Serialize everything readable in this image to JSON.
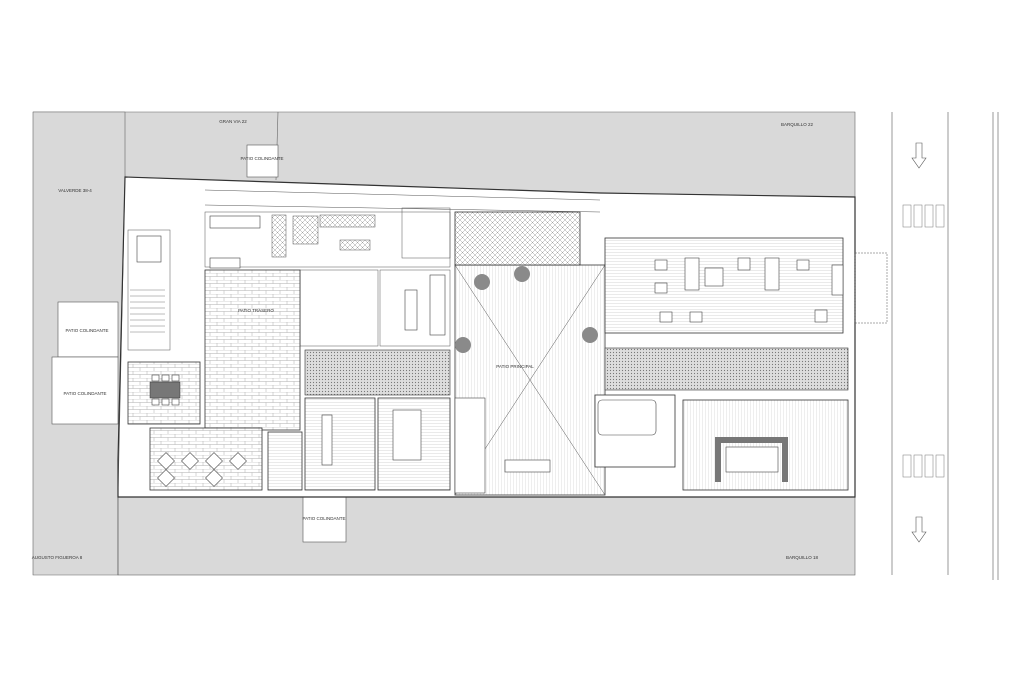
{
  "plan": {
    "streets": {
      "top_left": "GRAN VIA 22",
      "top_right": "BARQUILLO 22",
      "left": "VALVERDE 38-4",
      "bottom_left": "AUGUSTO FIGUEROA 8",
      "bottom_right": "BARQUILLO 18"
    },
    "adjacent_patios": [
      "PATIO COLINDANTE",
      "PATIO COLINDANTE",
      "PATIO COLINDANTE",
      "PATIO COLINDANTE"
    ],
    "rooms": {
      "rear_patio": "PATIO TRASERO",
      "main_patio": "PATIO PRINCIPAL"
    },
    "colors": {
      "neighbor_fill": "#d9d9d9",
      "line": "#333333",
      "background": "#ffffff"
    }
  }
}
